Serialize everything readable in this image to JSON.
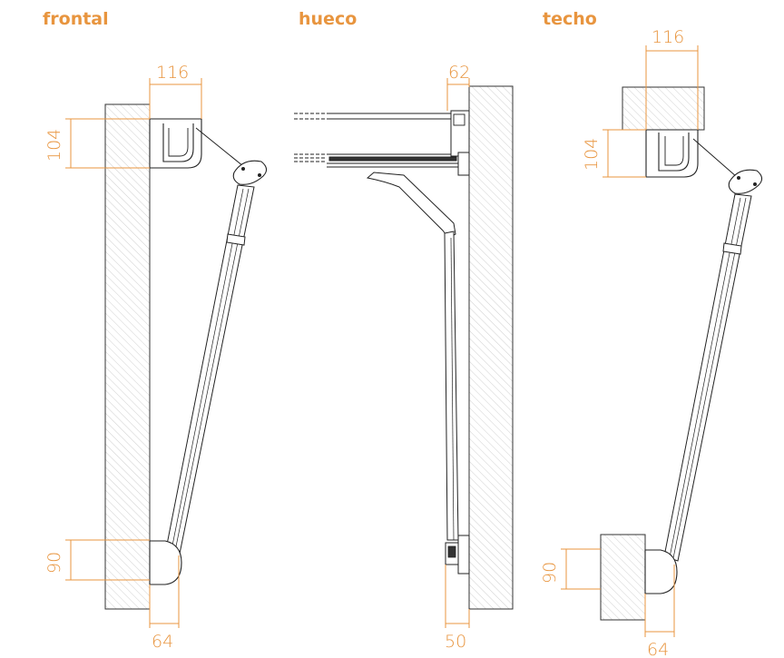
{
  "views": [
    {
      "title": "frontal",
      "dims": {
        "top_width": "116",
        "top_height": "104",
        "bottom_height": "90",
        "bottom_width": "64"
      }
    },
    {
      "title": "hueco",
      "dims": {
        "top_width": "62",
        "bottom_width": "50"
      }
    },
    {
      "title": "techo",
      "dims": {
        "top_width": "116",
        "top_height": "104",
        "bottom_height": "90",
        "bottom_width": "64"
      }
    }
  ],
  "colors": {
    "accent": "#e8953f",
    "line": "#1a1a1a",
    "hatch": "#bdbdbd"
  }
}
